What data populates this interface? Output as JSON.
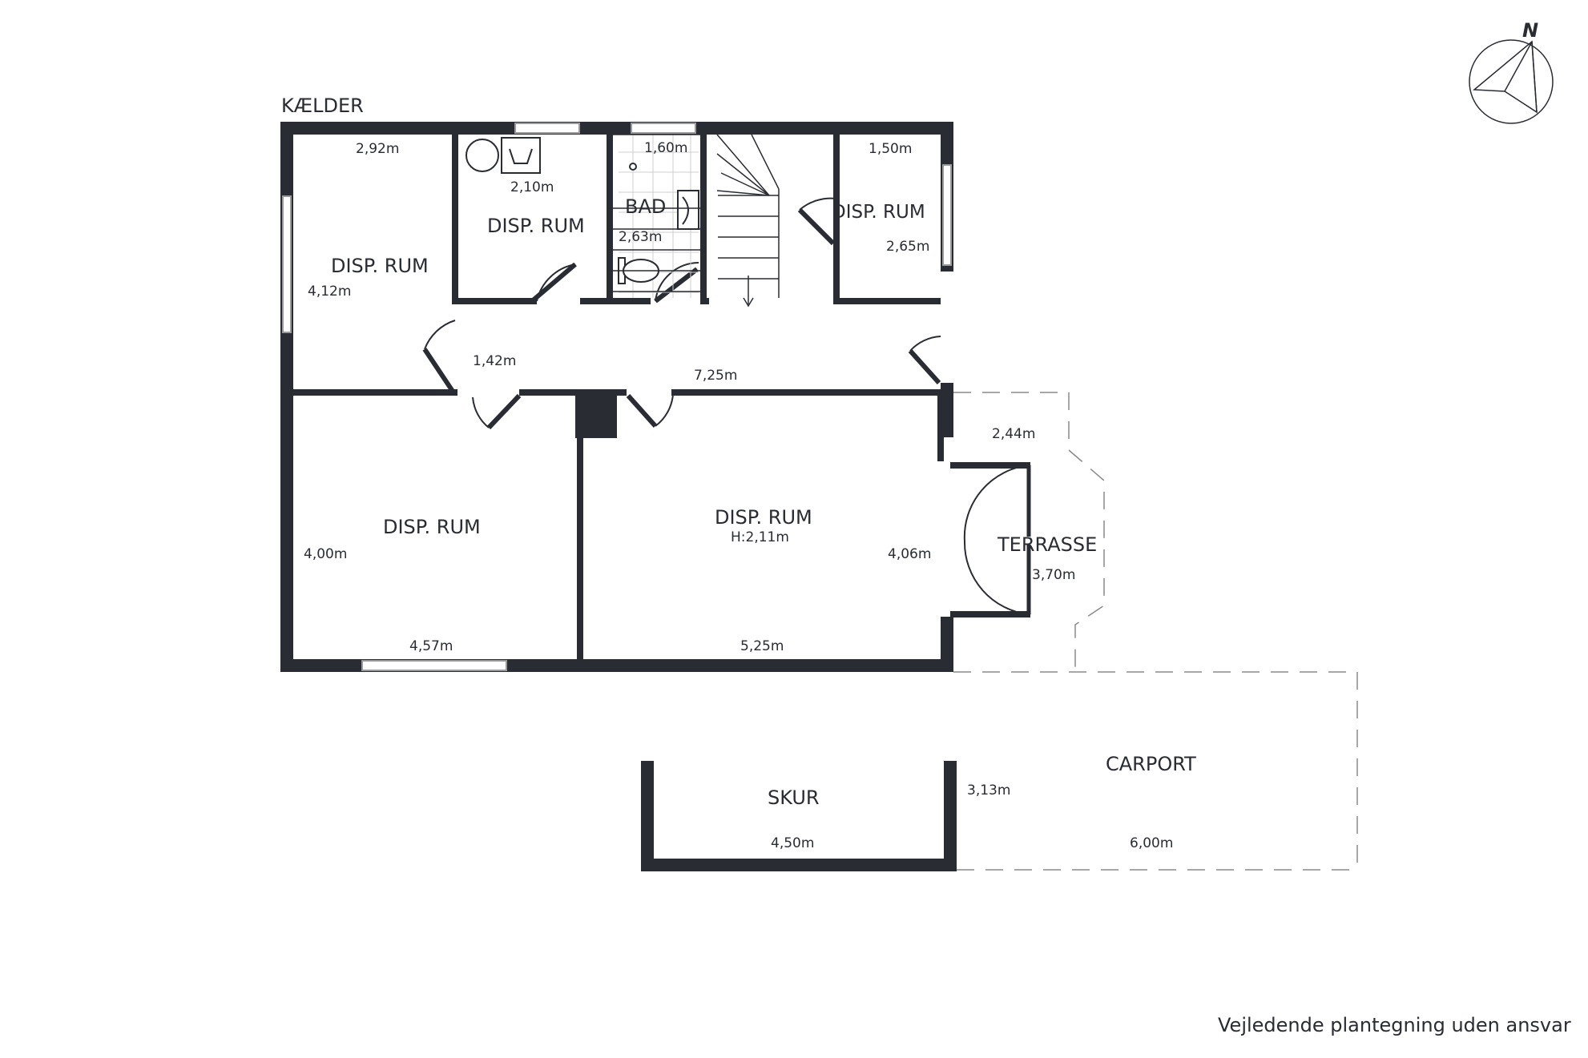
{
  "floor_title": "KÆLDER",
  "disclaimer": "Vejledende plantegning uden ansvar",
  "north_label": "N",
  "colors": {
    "wall": "#2a2c33",
    "window": "#9a9a9a",
    "dash": "#8a8a8a"
  },
  "rooms": [
    {
      "name": "DISP. RUM"
    },
    {
      "name": "DISP. RUM"
    },
    {
      "name": "BAD"
    },
    {
      "name": "DISP. RUM"
    },
    {
      "name": "DISP. RUM"
    },
    {
      "name": "DISP. RUM",
      "note": "H:2,11m"
    },
    {
      "name": "TERRASSE"
    },
    {
      "name": "CARPORT"
    },
    {
      "name": "SKUR"
    }
  ],
  "dimensions": [
    "2,92m",
    "4,12m",
    "2,10m",
    "1,60m",
    "2,63m",
    "1,50m",
    "2,65m",
    "1,42m",
    "7,25m",
    "4,00m",
    "4,57m",
    "5,25m",
    "4,06m",
    "2,44m",
    "3,70m",
    "3,13m",
    "4,50m",
    "6,00m"
  ]
}
